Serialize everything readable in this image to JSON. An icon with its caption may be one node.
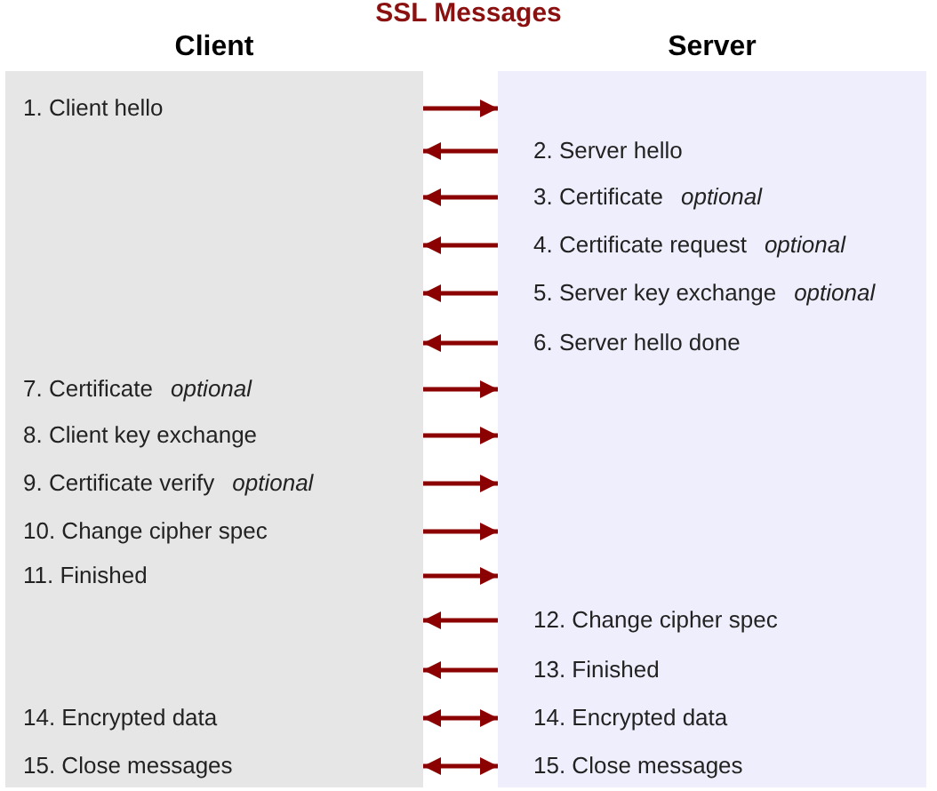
{
  "diagram": {
    "title": "SSL Messages",
    "nodes": [
      {
        "text": [
          "Client"
        ]
      },
      {
        "text": [
          "Server"
        ]
      },
      {
        "text": [
          "1. Client hello"
        ],
        "in": 0
      },
      {
        "text": [
          "7. Certificate",
          "optional"
        ],
        "in": 0
      },
      {
        "text": [
          "8. Client key exchange"
        ],
        "in": 0
      },
      {
        "text": [
          "9. Certificate verify",
          "optional"
        ],
        "in": 0
      },
      {
        "text": [
          "10. Change cipher spec"
        ],
        "in": 0
      },
      {
        "text": [
          "11. Finished"
        ],
        "in": 0
      },
      {
        "text": [
          "14. Encrypted data"
        ],
        "in": 0
      },
      {
        "text": [
          "15. Close messages"
        ],
        "in": 0
      },
      {
        "text": [
          "2. Server hello"
        ],
        "in": 1
      },
      {
        "text": [
          "3. Certificate",
          "optional"
        ],
        "in": 1
      },
      {
        "text": [
          "4. Certificate request",
          "optional"
        ],
        "in": 1
      },
      {
        "text": [
          "5. Server key exchange",
          "optional"
        ],
        "in": 1
      },
      {
        "text": [
          "6. Server hello done"
        ],
        "in": 1
      },
      {
        "text": [
          "12. Change cipher spec"
        ],
        "in": 1
      },
      {
        "text": [
          "13. Finished"
        ],
        "in": 1
      },
      {
        "text": [
          "14. Encrypted data"
        ],
        "in": 1
      },
      {
        "text": [
          "15. Close messages"
        ],
        "in": 1
      }
    ],
    "edges": [
      {
        "from": 2,
        "to": 1,
        "arrow": "to"
      },
      {
        "from": 10,
        "to": 0,
        "arrow": "to"
      },
      {
        "from": 11,
        "to": 0,
        "arrow": "to"
      },
      {
        "from": 12,
        "to": 0,
        "arrow": "to"
      },
      {
        "from": 13,
        "to": 0,
        "arrow": "to"
      },
      {
        "from": 14,
        "to": 0,
        "arrow": "to"
      },
      {
        "from": 3,
        "to": 1,
        "arrow": "to"
      },
      {
        "from": 4,
        "to": 1,
        "arrow": "to"
      },
      {
        "from": 5,
        "to": 1,
        "arrow": "to"
      },
      {
        "from": 6,
        "to": 1,
        "arrow": "to"
      },
      {
        "from": 7,
        "to": 1,
        "arrow": "to"
      },
      {
        "from": 15,
        "to": 0,
        "arrow": "to"
      },
      {
        "from": 16,
        "to": 0,
        "arrow": "to"
      },
      {
        "from": 8,
        "to": 17,
        "arrow": "both"
      },
      {
        "from": 9,
        "to": 18,
        "arrow": "both"
      }
    ]
  }
}
